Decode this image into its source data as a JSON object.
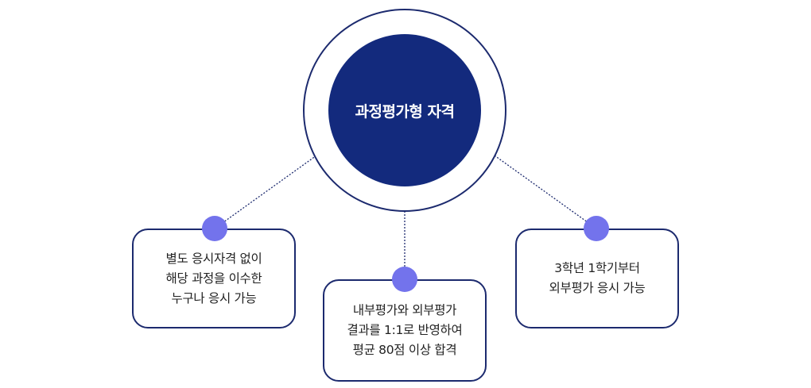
{
  "center": {
    "title": "과정평가형 자격"
  },
  "nodes": [
    {
      "lines": [
        "별도 응시자격 없이",
        "해당 과정을 이수한",
        "누구나 응시 가능"
      ]
    },
    {
      "lines": [
        "내부평가와 외부평가",
        "결과를 1:1로 반영하여",
        "평균 80점 이상 합격"
      ]
    },
    {
      "lines": [
        "3학년 1학기부터",
        "외부평가 응시 가능"
      ]
    }
  ],
  "colors": {
    "center_fill": "#132a7d",
    "outline": "#1c2a6e",
    "dot": "#7373ec"
  }
}
